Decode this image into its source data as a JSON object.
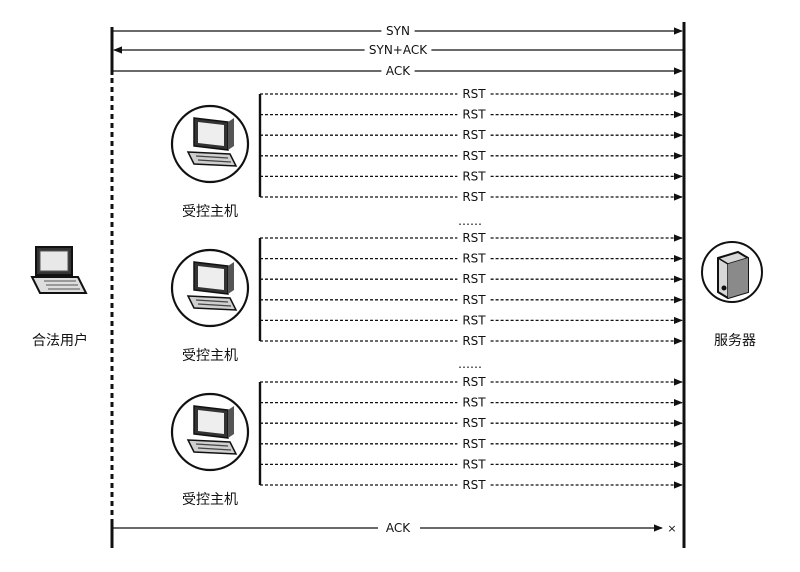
{
  "top_messages": [
    {
      "label": "SYN",
      "direction": "to-server"
    },
    {
      "label": "SYN+ACK",
      "direction": "to-user"
    },
    {
      "label": "ACK",
      "direction": "to-server"
    }
  ],
  "bottom_message": {
    "label": "ACK",
    "direction": "to-server",
    "end_mark": "×"
  },
  "user": {
    "label": "合法用户",
    "icon": "laptop-icon"
  },
  "server": {
    "label": "服务器",
    "icon": "server-tower-icon"
  },
  "bots": [
    {
      "label": "受控主机",
      "icon": "desktop-computer-icon",
      "rst_count": 6
    },
    {
      "label": "受控主机",
      "icon": "desktop-computer-icon",
      "rst_count": 6
    },
    {
      "label": "受控主机",
      "icon": "desktop-computer-icon",
      "rst_count": 6
    }
  ],
  "rst_label": "RST",
  "ellipsis": "……",
  "colors": {
    "ink": "#111111",
    "icon_face": "#f4f4f4",
    "icon_dark": "#222222"
  }
}
